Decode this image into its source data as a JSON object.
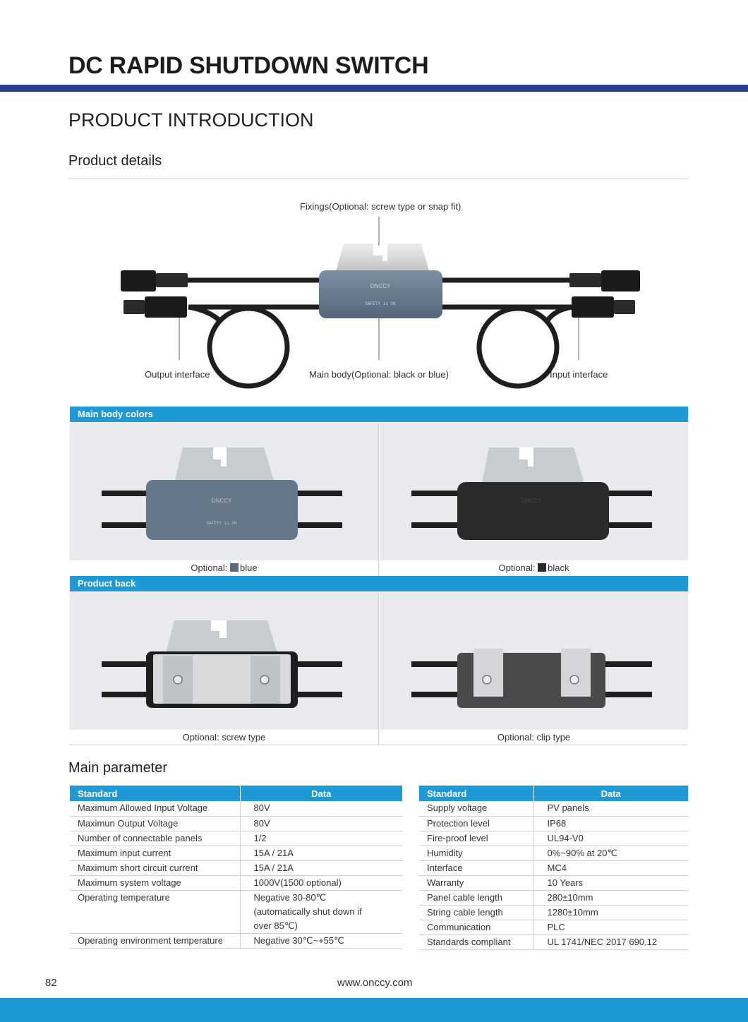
{
  "header": {
    "title": "DC RAPID SHUTDOWN SWITCH",
    "section": "PRODUCT INTRODUCTION",
    "subsection": "Product details"
  },
  "diagram": {
    "callout_top": "Fixings(Optional: screw type or snap fit)",
    "callout_output": "Output interface",
    "callout_main": "Main body(Optional: black or blue)",
    "callout_input": "Input interface",
    "brand_mark": "ONCCY",
    "label_safety": "SAFETY is ON"
  },
  "colors_band": {
    "title": "Main body colors",
    "caption_prefix": "Optional:",
    "options": [
      {
        "name": "blue",
        "color": "#5b6b7d"
      },
      {
        "name": "black",
        "color": "#2a2a2a"
      }
    ]
  },
  "back_band": {
    "title": "Product back",
    "captions": [
      "Optional: screw type",
      "Optional: clip type"
    ]
  },
  "params": {
    "title": "Main parameter",
    "left": {
      "headers": [
        "Standard",
        "Data"
      ],
      "rows": [
        [
          "Maximum Allowed Input Voltage",
          "80V"
        ],
        [
          "Maximun Output Voltage",
          "80V"
        ],
        [
          "Number of connectable panels",
          "1/2"
        ],
        [
          "Maximum input current",
          "15A / 21A"
        ],
        [
          "Maximum short circuit current",
          "15A / 21A"
        ],
        [
          "Maximum system voltage",
          "1000V(1500 optional)"
        ],
        [
          "Operating temperature",
          "Negative 30-80℃ (automatically shut down if over 85℃)"
        ],
        [
          "Operating environment temperature",
          "Negative 30℃~+55℃"
        ]
      ]
    },
    "right": {
      "headers": [
        "Standard",
        "Data"
      ],
      "rows": [
        [
          "Supply voltage",
          "PV panels"
        ],
        [
          "Protection level",
          "IP68"
        ],
        [
          "Fire-proof level",
          "UL94-V0"
        ],
        [
          "Humidity",
          "0%~90% at 20℃"
        ],
        [
          "Interface",
          "MC4"
        ],
        [
          "Warranty",
          "10 Years"
        ],
        [
          "Panel cable length",
          "280±10mm"
        ],
        [
          "String cable length",
          "1280±10mm"
        ],
        [
          "Communication",
          "PLC"
        ],
        [
          "Standards compliant",
          "UL 1741/NEC 2017 690.12"
        ]
      ]
    }
  },
  "footer": {
    "page_number": "82",
    "url": "www.onccy.com"
  }
}
